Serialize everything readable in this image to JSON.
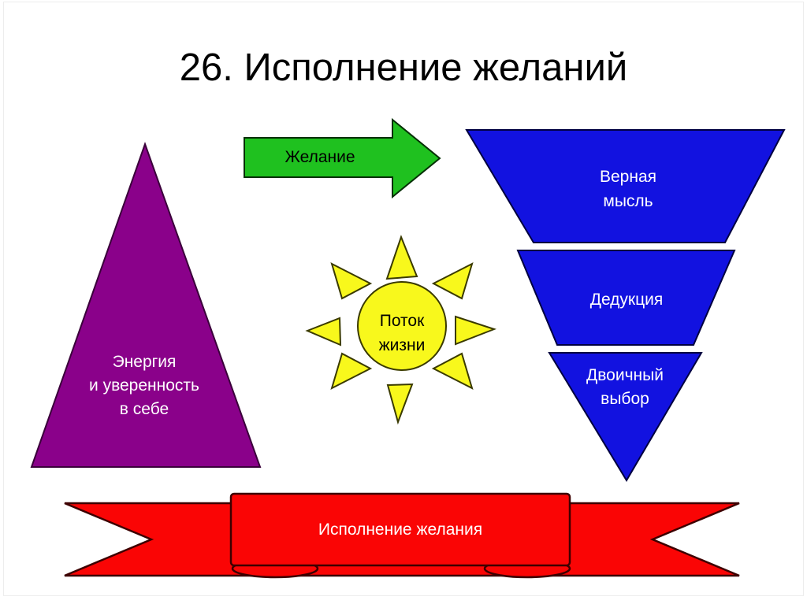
{
  "slide": {
    "title": "26. Исполнение желаний",
    "arrow": {
      "label": "Желание",
      "color": "#1fc11f"
    },
    "triangle": {
      "label": "Энергия\nи уверенность\nв себе",
      "color": "#8a018a"
    },
    "sun": {
      "label": "Поток\nжизни",
      "color": "#f8f81c"
    },
    "funnel_color": "#1212e0",
    "funnel": [
      {
        "label": "Верная\nмысль"
      },
      {
        "label": "Дедукция"
      },
      {
        "label": "Двоичный\nвыбор"
      }
    ],
    "ribbon": {
      "label": "Исполнение желания",
      "color": "#fa0505"
    }
  }
}
